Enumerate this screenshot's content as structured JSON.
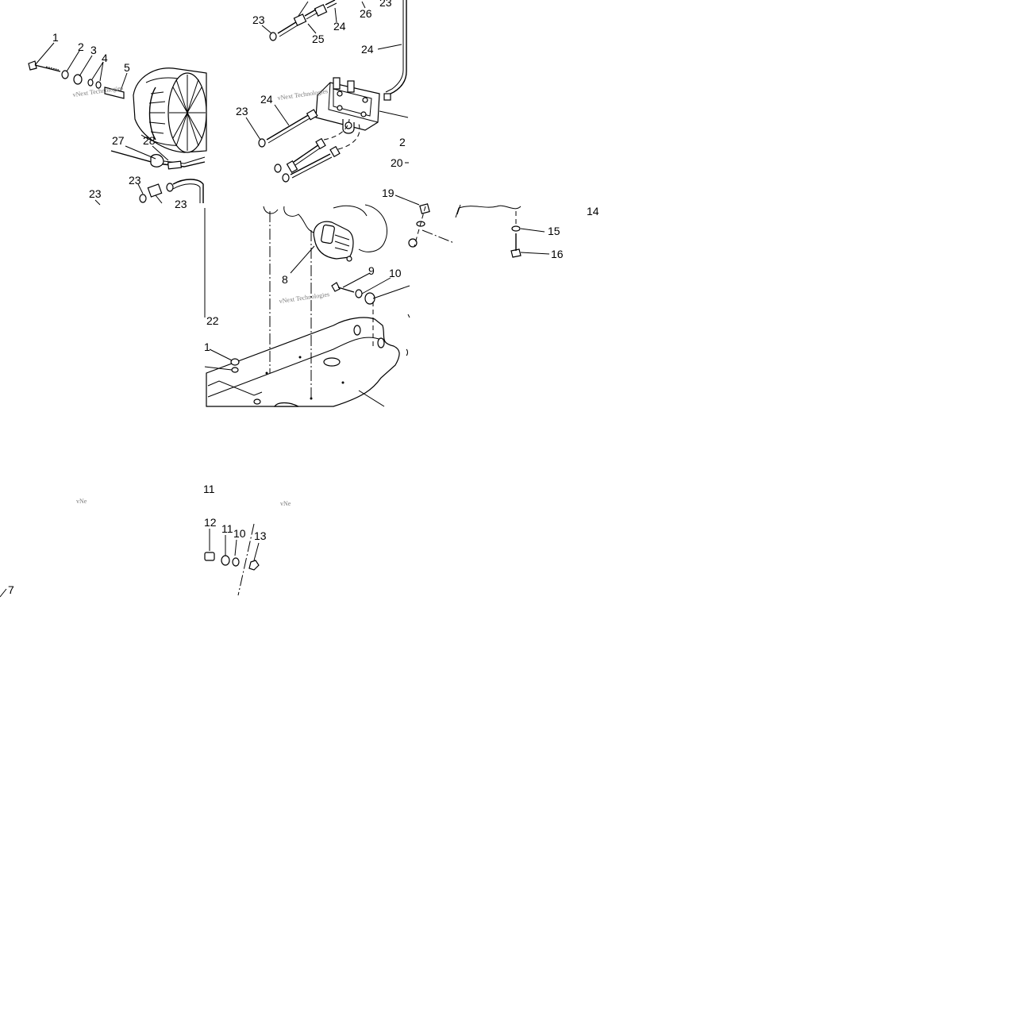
{
  "diagram": {
    "watermark": "vNext Technologies",
    "watermark_fragment": "vNe",
    "labels": {
      "l1": "1",
      "l2": "2",
      "l3": "3",
      "l4": "4",
      "l5": "5",
      "l27": "27",
      "l28": "28",
      "l23a": "23",
      "l23b": "23",
      "l23c": "23",
      "l22c": "23",
      "l23d": "23",
      "l25": "25",
      "l24a": "24",
      "l26": "26",
      "l23e": "23",
      "l24b": "24",
      "l24c": "24",
      "l21": "2",
      "l20": "20",
      "l19": "19",
      "l14": "14",
      "l15": "15",
      "l16": "16",
      "l8": "8",
      "l9": "9",
      "l10a": "10",
      "l22": "22",
      "l1b": "1",
      "l11a": "11",
      "l12": "12",
      "l11b": "11",
      "l10b": "10",
      "l13": "13",
      "l7": "7"
    }
  }
}
